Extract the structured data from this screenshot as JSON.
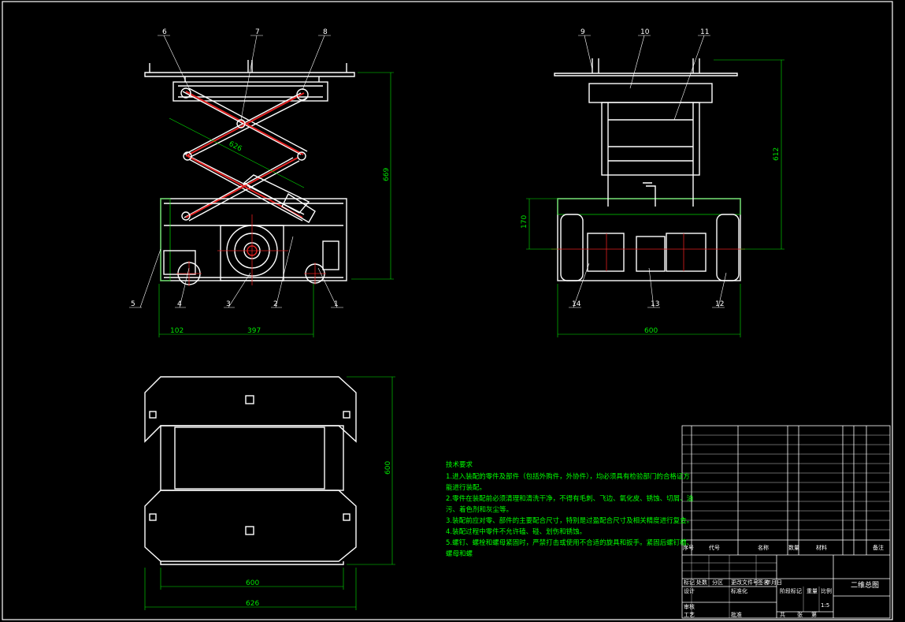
{
  "drawing": {
    "title": "二维总图",
    "part_labels": [
      "1",
      "2",
      "3",
      "4",
      "5",
      "6",
      "7",
      "8",
      "9",
      "10",
      "11",
      "12",
      "13",
      "14"
    ],
    "dimensions": {
      "front_height": "669",
      "scissor_arm": "626",
      "front_width_left": "102",
      "front_width_right": "397",
      "side_height": "612",
      "side_base_height": "170",
      "side_width": "600",
      "top_depth": "600",
      "top_inner_width": "600",
      "top_outer_width": "626"
    },
    "tech_requirements": {
      "heading": "技术要求",
      "lines": [
        "1.进入装配的零件及部件（包括外购件，外协件），均必须具有检验部门的合格证方",
        "能进行装配。",
        "2.零件在装配前必须清理和清洗干净，不得有毛刺、飞边、氧化皮、锈蚀、切屑、油",
        "污、着色剂和灰尘等。",
        "3.装配前应对零、部件的主要配合尺寸，特别是过盈配合尺寸及相关精度进行复查。",
        "4.装配过程中零件不允许磕、碰、划伤和锈蚀。",
        "5.螺钉、螺栓和螺母紧固时，严禁打击或使用不合适的旋具和扳手。紧固后螺钉槽、",
        "螺母和螺"
      ]
    },
    "title_block": {
      "col_headers": [
        "序号",
        "代号",
        "名称",
        "数量",
        "材料",
        "备注"
      ],
      "row_labels": [
        "标记",
        "处数",
        "分区",
        "更改文件号",
        "签名",
        "年月日"
      ],
      "design": "设计",
      "standard": "标准化",
      "stage_mark": "阶段标记",
      "weight": "重量",
      "scale": "比例",
      "scale_value": "1:5",
      "review": "审核",
      "process": "工艺",
      "approve": "批准",
      "sheet_total": "共",
      "sheet_no": "张",
      "sheet_label": "第"
    }
  }
}
